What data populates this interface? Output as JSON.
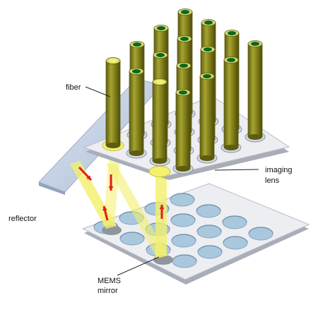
{
  "labels": {
    "fiber": "fiber",
    "imaging_lens_1": "imaging",
    "imaging_lens_2": "lens",
    "reflector": "reflector",
    "mems_1": "MEMS",
    "mems_2": "mirror"
  },
  "colors": {
    "fiber_body": "#8c8a1c",
    "fiber_dark": "#5e5c10",
    "fiber_light": "#b8b640",
    "fiber_top": "#d9d77a",
    "fiber_core": "#0a6a1a",
    "lit_core": "#f4f070",
    "plate_top": "#eceef2",
    "plate_edge": "#a8adb8",
    "hole_fill": "#a9c8de",
    "reflector": "#c8d4e6",
    "beam": "#f2f06a",
    "arrow": "#e21b1b",
    "mirror": "#8f959c"
  },
  "icons": [
    "fiber-array",
    "mems-mirror-array",
    "reflector-plate",
    "light-beam-arrows"
  ]
}
